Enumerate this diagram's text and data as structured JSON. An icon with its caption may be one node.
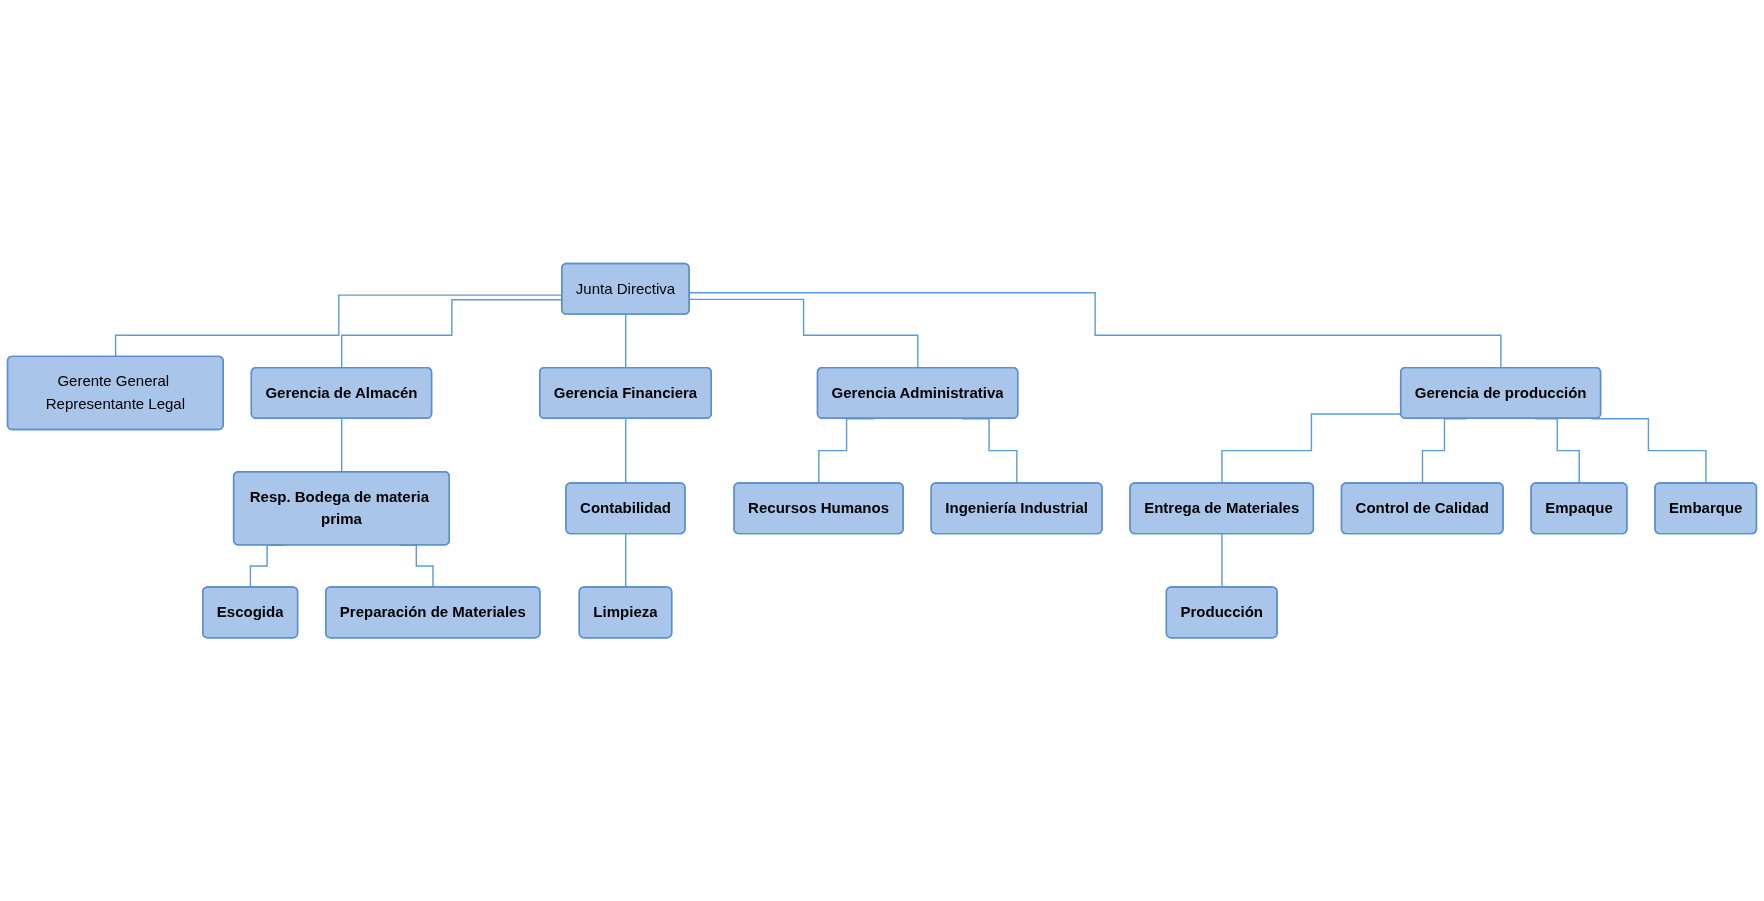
{
  "diagram": {
    "nodes": [
      {
        "text": [
          "Junta Directiva"
        ]
      },
      {
        "text": [
          "Gerente General Representante Legal"
        ]
      },
      {
        "text": [
          "Gerencia de Almacén"
        ]
      },
      {
        "text": [
          "Gerencia Financiera"
        ]
      },
      {
        "text": [
          "Gerencia Administrativa"
        ]
      },
      {
        "text": [
          "Gerencia de producción"
        ]
      },
      {
        "text": [
          "Resp. Bodega de materia prima"
        ]
      },
      {
        "text": [
          "Escogida"
        ]
      },
      {
        "text": [
          "Preparación de Materiales"
        ]
      },
      {
        "text": [
          "Contabilidad"
        ]
      },
      {
        "text": [
          "Limpieza"
        ]
      },
      {
        "text": [
          "Recursos Humanos"
        ]
      },
      {
        "text": [
          "Ingeniería Industrial"
        ]
      },
      {
        "text": [
          "Entrega de Materiales"
        ]
      },
      {
        "text": [
          "Producción"
        ]
      },
      {
        "text": [
          "Control de Calidad"
        ]
      },
      {
        "text": [
          "Empaque"
        ]
      },
      {
        "text": [
          "Embarque"
        ]
      }
    ],
    "edges": [
      {
        "from": 0,
        "to": 1,
        "arrow": "none"
      },
      {
        "from": 0,
        "to": 2,
        "arrow": "none"
      },
      {
        "from": 0,
        "to": 3,
        "arrow": "none"
      },
      {
        "from": 0,
        "to": 4,
        "arrow": "none"
      },
      {
        "from": 0,
        "to": 5,
        "arrow": "none"
      },
      {
        "from": 2,
        "to": 6,
        "arrow": "none"
      },
      {
        "from": 6,
        "to": 7,
        "arrow": "none"
      },
      {
        "from": 6,
        "to": 8,
        "arrow": "none"
      },
      {
        "from": 3,
        "to": 9,
        "arrow": "none"
      },
      {
        "from": 9,
        "to": 10,
        "arrow": "none"
      },
      {
        "from": 4,
        "to": 11,
        "arrow": "none"
      },
      {
        "from": 4,
        "to": 12,
        "arrow": "none"
      },
      {
        "from": 5,
        "to": 13,
        "arrow": "none"
      },
      {
        "from": 13,
        "to": 14,
        "arrow": "none"
      },
      {
        "from": 5,
        "to": 15,
        "arrow": "none"
      },
      {
        "from": 5,
        "to": 16,
        "arrow": "none"
      },
      {
        "from": 5,
        "to": 17,
        "arrow": "none"
      }
    ]
  }
}
